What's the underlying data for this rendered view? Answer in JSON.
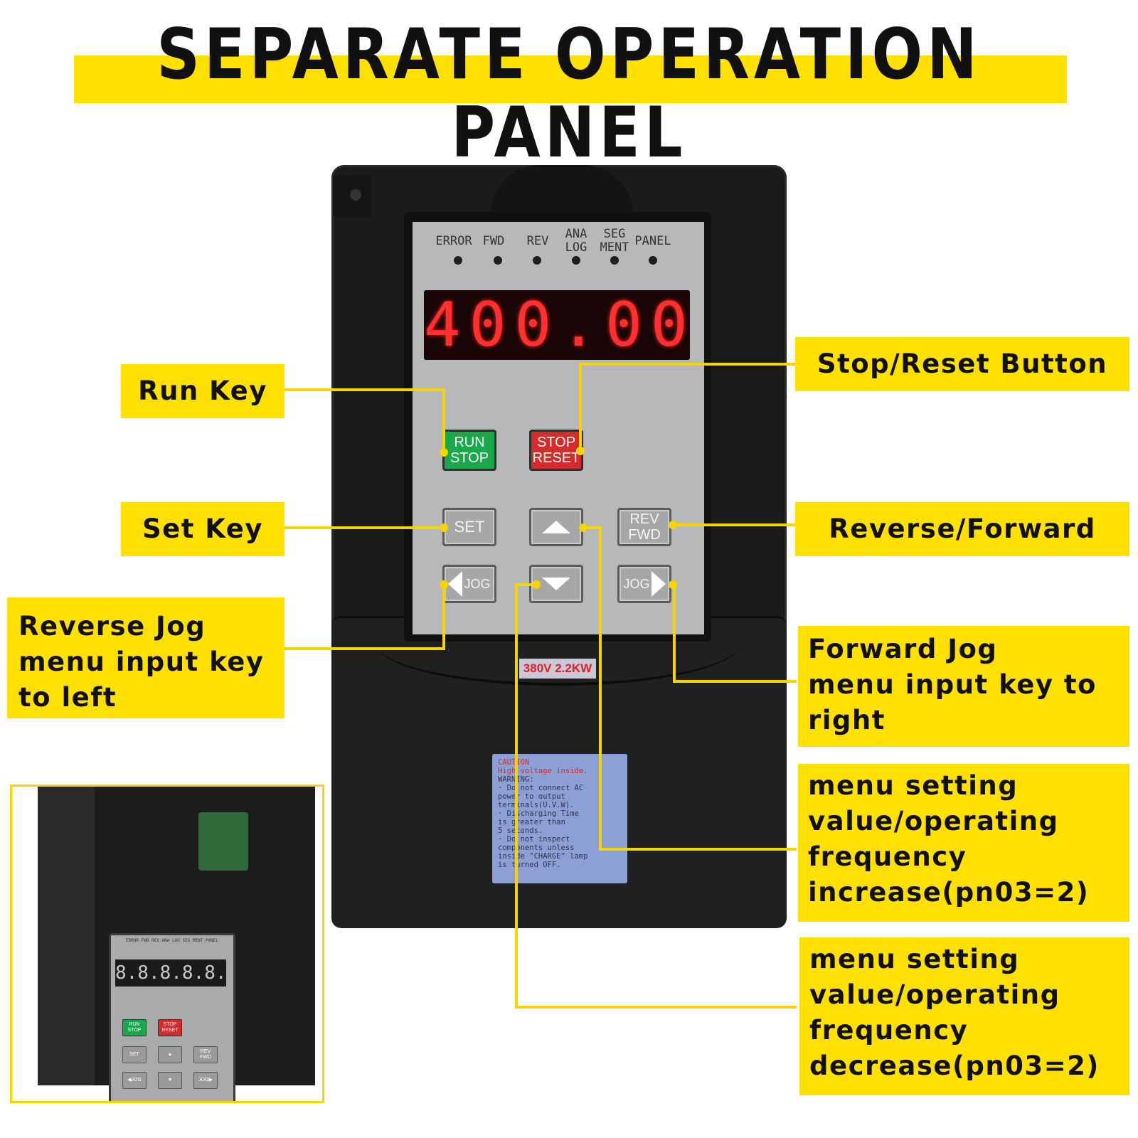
{
  "title": "SEPARATE OPERATION PANEL",
  "indicators": [
    {
      "label_line1": "ERROR",
      "label_line2": ""
    },
    {
      "label_line1": "FWD",
      "label_line2": ""
    },
    {
      "label_line1": "REV",
      "label_line2": ""
    },
    {
      "label_line1": "ANA",
      "label_line2": "LOG"
    },
    {
      "label_line1": "SEG",
      "label_line2": "MENT"
    },
    {
      "label_line1": "PANEL",
      "label_line2": ""
    }
  ],
  "display_value": "400.00",
  "keys": {
    "run": {
      "line1": "RUN",
      "line2": "STOP"
    },
    "stop": {
      "line1": "STOP",
      "line2": "RESET"
    },
    "set": "SET",
    "rev_fwd": {
      "line1": "REV",
      "line2": "FWD"
    },
    "jog": "JOG"
  },
  "rating": "380V 2.2KW",
  "warning_label": {
    "caution": "CAUTION",
    "caution_text": "High voltage inside.",
    "warning": "WARNING:",
    "lines": [
      "· Do not connect AC",
      "  power to output",
      "  terminals(U.V.W).",
      "· Discharging Time",
      "  is greater than",
      "  5 seconds.",
      "· Do not inspect",
      "  components unless",
      "  inside \"CHARGE\" lamp",
      "  is turned OFF."
    ]
  },
  "callouts": {
    "run_key": "Run Key",
    "set_key": "Set Key",
    "reverse_jog": [
      "Reverse Jog",
      "menu input key",
      "to left"
    ],
    "stop_reset": "Stop/Reset Button",
    "reverse_forward": "Reverse/Forward",
    "forward_jog": [
      "Forward Jog",
      "menu input key to",
      "right"
    ],
    "increase": [
      "menu setting",
      "value/operating",
      "frequency",
      "increase(pn03=2)"
    ],
    "decrease": [
      "menu setting",
      "value/operating",
      "frequency",
      "decrease(pn03=2)"
    ]
  },
  "inset": {
    "display_value": "8.8.8.8.8.",
    "indicator_labels": "ERROR FWD REV ANA LOG SEG MENT PANEL"
  },
  "colors": {
    "accent_yellow": "#ffe000",
    "led_red": "#ff3030",
    "run_green": "#19a84a",
    "stop_red": "#d62b2b",
    "device_black": "#1b1b1b",
    "panel_grey": "#b7b8ba"
  }
}
